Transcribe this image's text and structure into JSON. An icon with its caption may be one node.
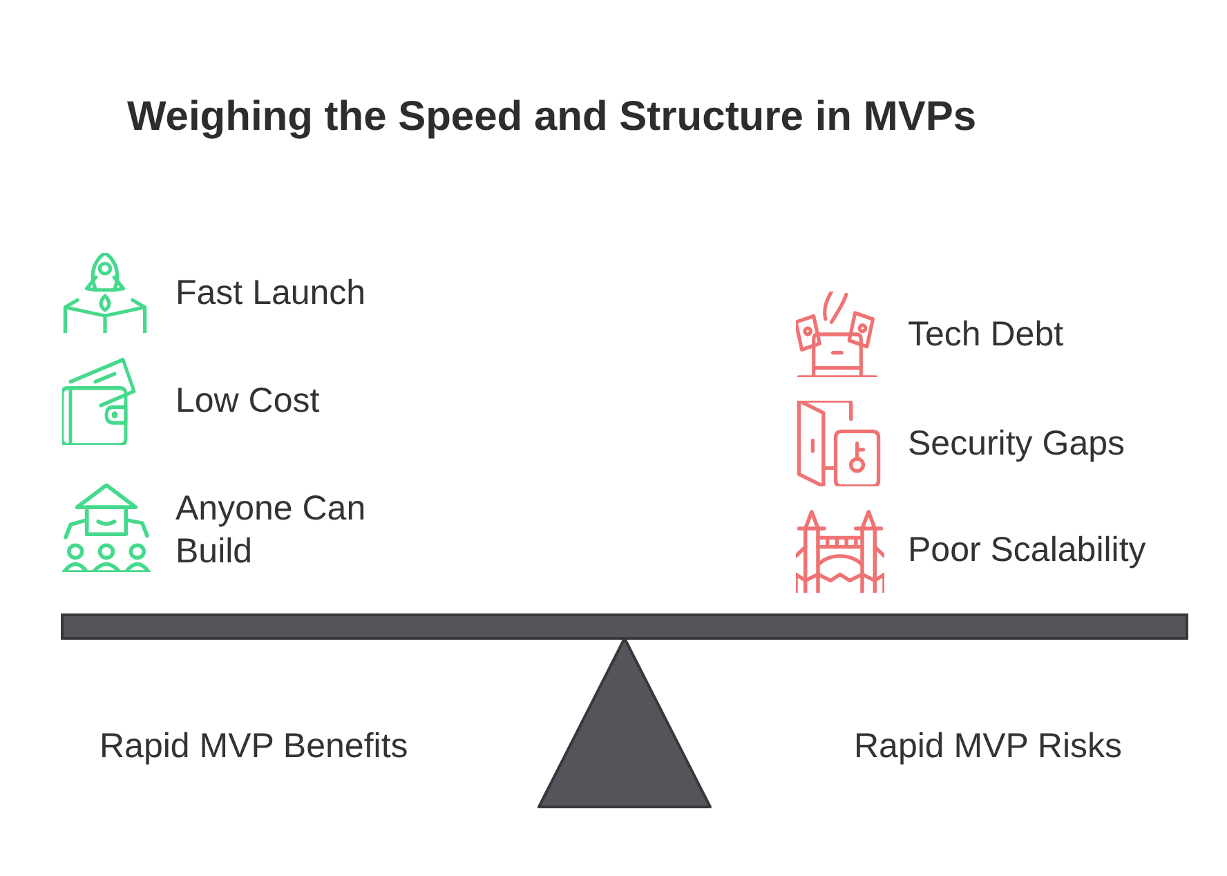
{
  "diagram": {
    "title": "Weighing the Speed and Structure in MVPs",
    "nodes": [
      {
        "text": [],
        "shape": "bar"
      },
      {
        "text": [],
        "shape": "triangle"
      }
    ],
    "labels": [
      "Fast Launch",
      "Low Cost",
      "Anyone Can Build",
      "Tech Debt",
      "Security Gaps",
      "Poor Scalability",
      "Rapid MVP Benefits",
      "Rapid MVP Risks"
    ]
  }
}
